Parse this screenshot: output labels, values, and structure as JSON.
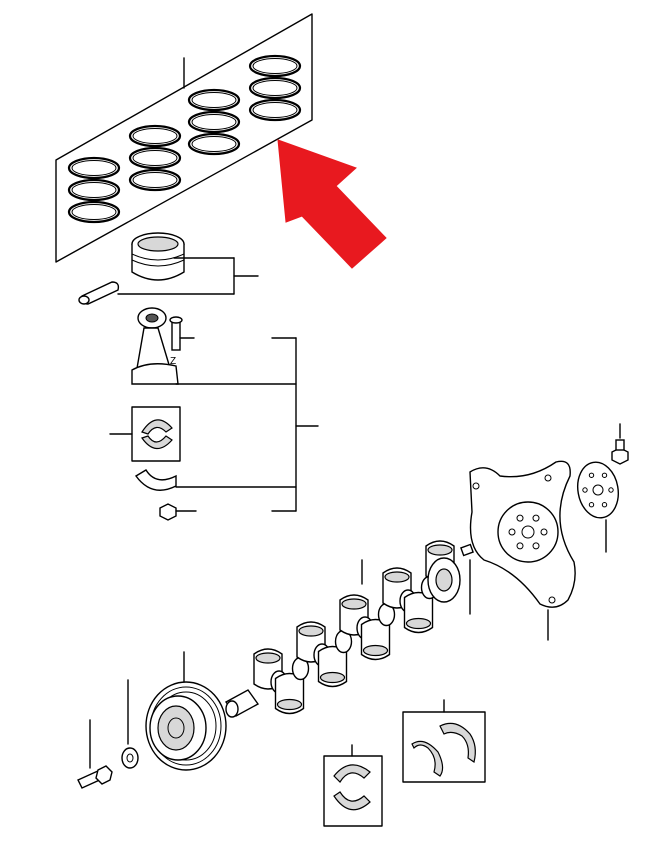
{
  "diagram": {
    "arrow_color": "#e8191f",
    "line_color": "#000000",
    "background": "#ffffff",
    "parts": [
      {
        "id": "piston-ring-set",
        "icon": "piston-rings-icon"
      },
      {
        "id": "piston",
        "icon": "piston-icon"
      },
      {
        "id": "piston-pin",
        "icon": "piston-pin-icon"
      },
      {
        "id": "connecting-rod",
        "icon": "connecting-rod-icon"
      },
      {
        "id": "rod-bolt",
        "icon": "bolt-icon"
      },
      {
        "id": "rod-bearing-shells",
        "icon": "bearing-shells-icon"
      },
      {
        "id": "rod-cap",
        "icon": "rod-cap-icon"
      },
      {
        "id": "rod-nut",
        "icon": "nut-icon"
      },
      {
        "id": "crankshaft",
        "icon": "crankshaft-icon"
      },
      {
        "id": "flexplate",
        "icon": "flexplate-icon"
      },
      {
        "id": "dowel-pin",
        "icon": "dowel-pin-icon"
      },
      {
        "id": "flexplate-shim",
        "icon": "shim-plate-icon"
      },
      {
        "id": "flexplate-bolt",
        "icon": "bolt-icon"
      },
      {
        "id": "crankshaft-pulley",
        "icon": "pulley-icon"
      },
      {
        "id": "pulley-washer",
        "icon": "washer-icon"
      },
      {
        "id": "pulley-bolt",
        "icon": "bolt-icon"
      },
      {
        "id": "thrust-washers",
        "icon": "thrust-washer-icon"
      },
      {
        "id": "main-bearing-shells",
        "icon": "bearing-shells-icon"
      }
    ]
  }
}
